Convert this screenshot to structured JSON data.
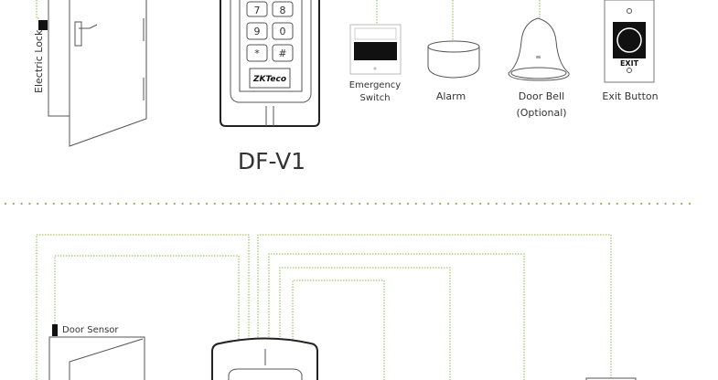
{
  "diagram": {
    "top_section": {
      "electric_lock_label": "Electric Lock",
      "device_model": "DF-V1",
      "device_brand": "ZKTeco",
      "keypad_keys": [
        "7",
        "8",
        "9",
        "0",
        "*",
        "#"
      ],
      "emergency_switch_label_line1": "Emergency",
      "emergency_switch_label_line2": "Switch",
      "alarm_label": "Alarm",
      "door_bell_label_line1": "Door Bell",
      "door_bell_label_line2": "(Optional)",
      "exit_button_label": "Exit Button",
      "exit_button_text": "EXIT"
    },
    "bottom_section": {
      "door_sensor_label": "Door Sensor"
    },
    "colors": {
      "wire": "#8db64a",
      "line": "#555555"
    }
  }
}
